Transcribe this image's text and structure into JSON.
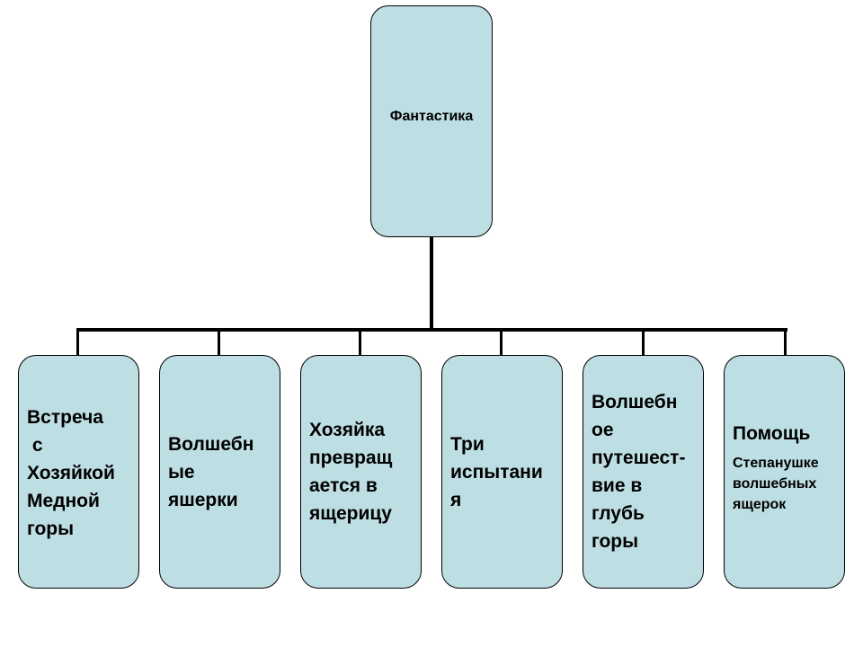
{
  "diagram": {
    "root": {
      "label": "Фантастика"
    },
    "children": [
      {
        "label": "Встреча\n с\nХозяйкой\nМедной\nгоры"
      },
      {
        "label": "Волшебн\nые\nяшерки"
      },
      {
        "label": "Хозяйка\nпревращ\nается в\nящерицу"
      },
      {
        "label": "Три\nиспытани\nя"
      },
      {
        "label": "Волшебн\nое\nпутешест-\nвие в\nглубь\nгоры"
      },
      {
        "label": "Помощь",
        "sublabel": "Степанушке\nволшебных\nящерок"
      }
    ]
  },
  "colors": {
    "box_fill": "#bddee3",
    "line": "#000000",
    "text": "#000000"
  }
}
